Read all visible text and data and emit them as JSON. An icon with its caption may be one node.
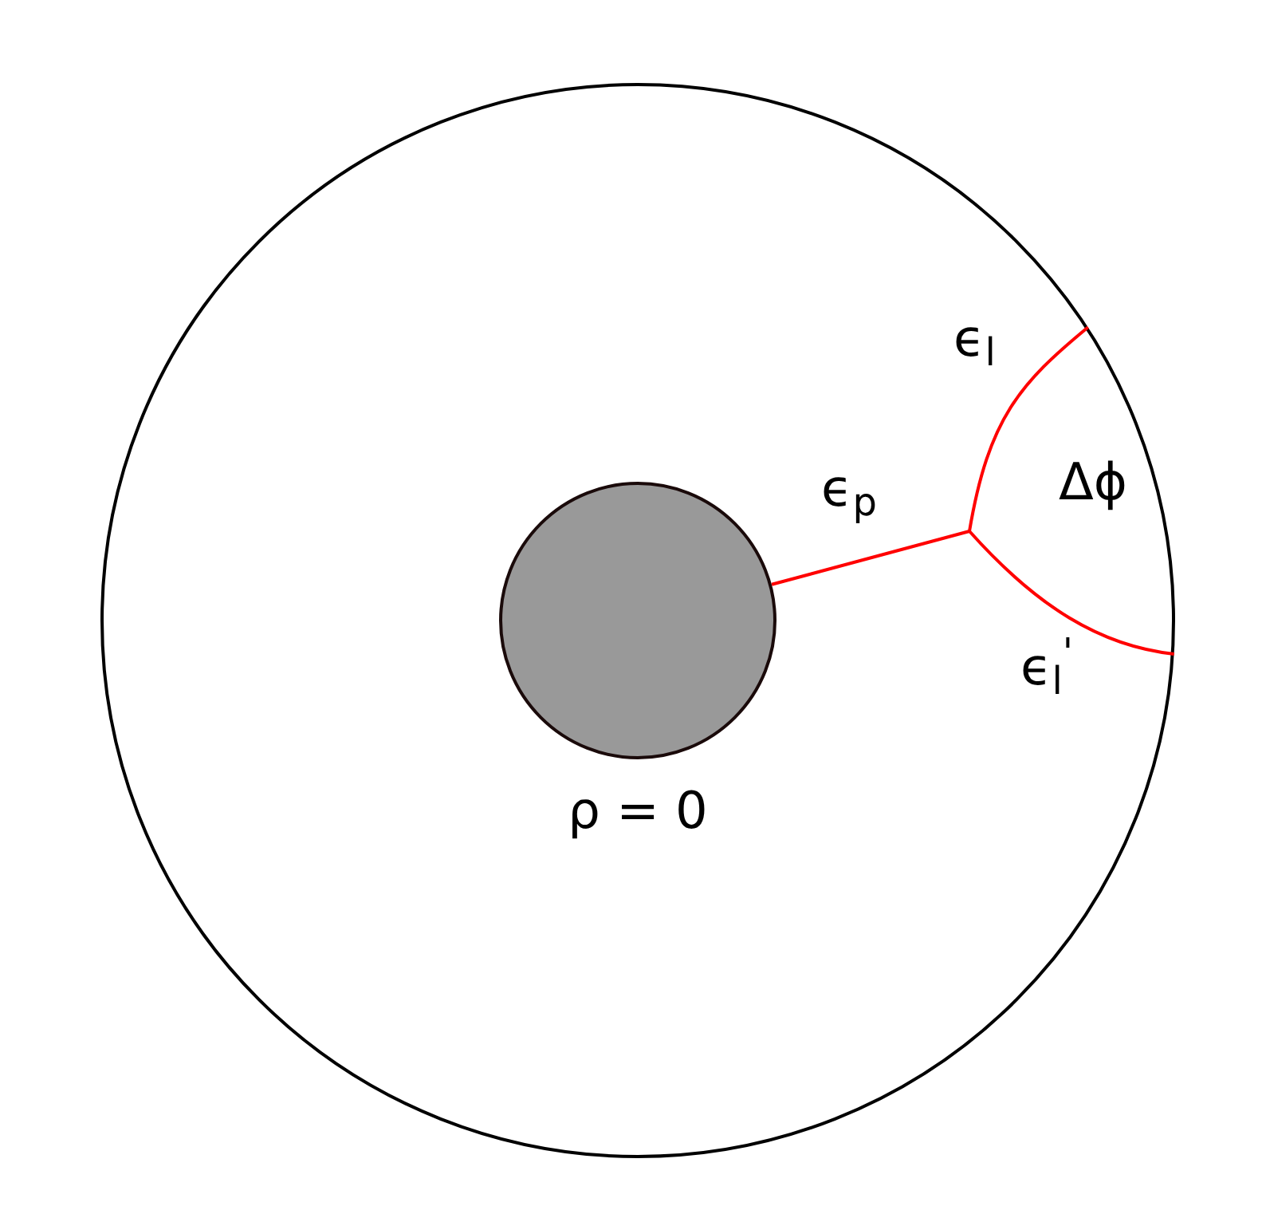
{
  "diagram": {
    "nodes": [
      {
        "text": [],
        "shape": "circle"
      },
      {
        "text": [],
        "shape": "circle",
        "in": 0,
        "beside": [
          "ρ = 0"
        ]
      }
    ],
    "edges": [
      {
        "from": 1,
        "to": null,
        "arrow": "none",
        "label": "ϵ$_{p}$"
      },
      {
        "from": null,
        "to": 0,
        "arrow": "none",
        "label": "ϵ$_{l}$"
      },
      {
        "from": null,
        "to": 0,
        "arrow": "none",
        "label": "ϵ$_{l}$$^{'}$"
      }
    ],
    "labels": [
      "Δϕ"
    ]
  }
}
